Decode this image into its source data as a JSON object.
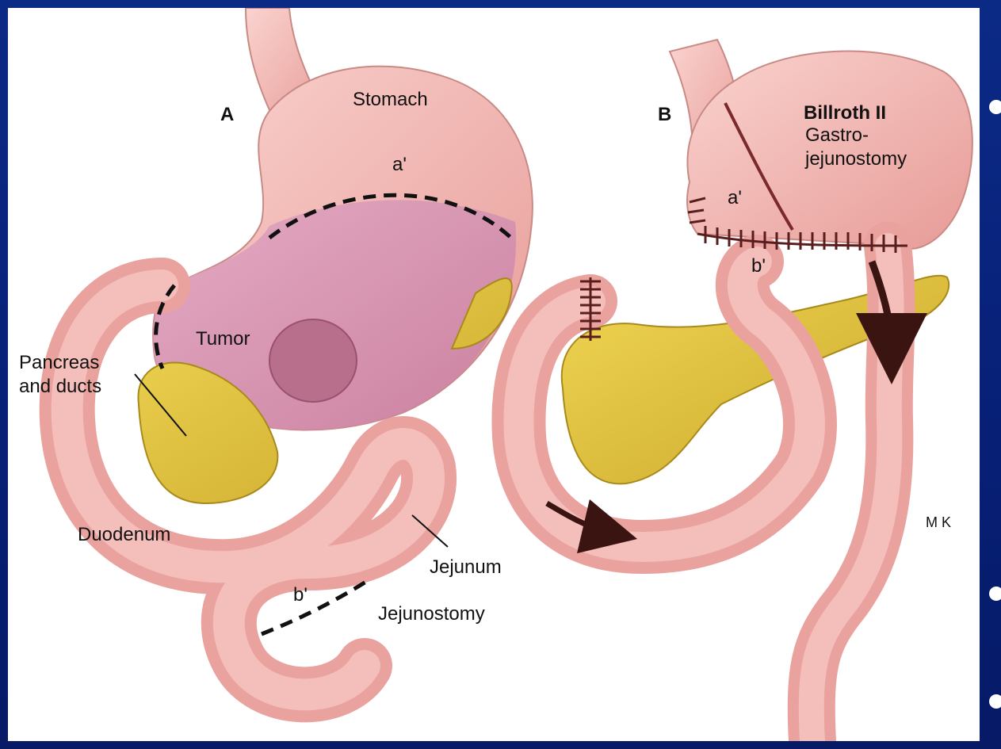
{
  "panel_a": {
    "letter": "A",
    "labels": {
      "stomach": "Stomach",
      "a_prime": "a'",
      "tumor": "Tumor",
      "pancreas_line1": "Pancreas",
      "pancreas_line2": "and ducts",
      "duodenum": "Duodenum",
      "jejunum": "Jejunum",
      "b_prime": "b'",
      "jejunostomy": "Jejunostomy"
    }
  },
  "panel_b": {
    "letter": "B",
    "labels": {
      "title": "Billroth II",
      "subtitle_line1": "Gastro-",
      "subtitle_line2": "jejunostomy",
      "a_prime": "a'",
      "b_prime": "b'"
    }
  },
  "signature": "M K",
  "colors": {
    "background": "#0b2a86",
    "tissue": "#f2b5b0",
    "tissue_dark": "#dc8c88",
    "tumor_region": "#d896b4",
    "pancreas": "#e3c53a",
    "arrow": "#3a1410"
  }
}
